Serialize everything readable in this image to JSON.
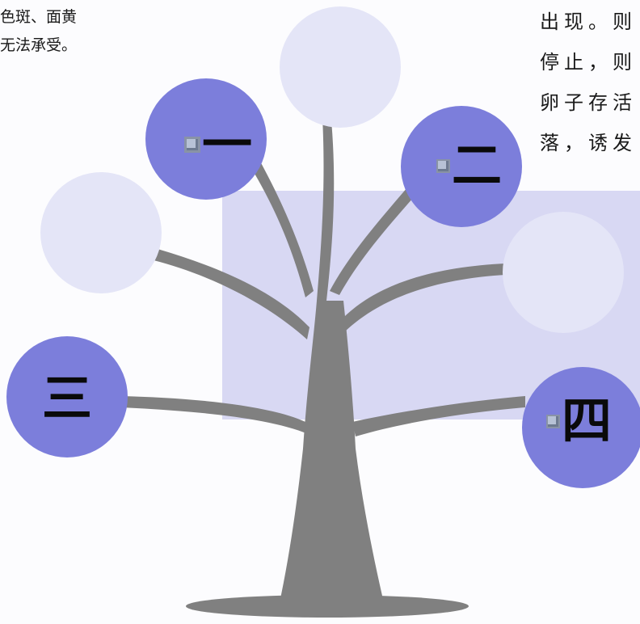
{
  "text_fragments": {
    "left_lines": [
      "色斑、面黄",
      "无法承受。"
    ],
    "right_lines": [
      "出现。则",
      "停止，则",
      "卵子存活",
      "落，诱发"
    ]
  },
  "nodes": {
    "one": {
      "label": "一",
      "bullet": true
    },
    "two": {
      "label": "二",
      "bullet": true
    },
    "three": {
      "label": "三",
      "bullet": false
    },
    "four": {
      "label": "四",
      "bullet": true
    }
  },
  "colors": {
    "filled_node": "#7c7edb",
    "empty_node": "#e4e5f7",
    "panel": "#d8d8f3",
    "trunk": "#808080"
  }
}
